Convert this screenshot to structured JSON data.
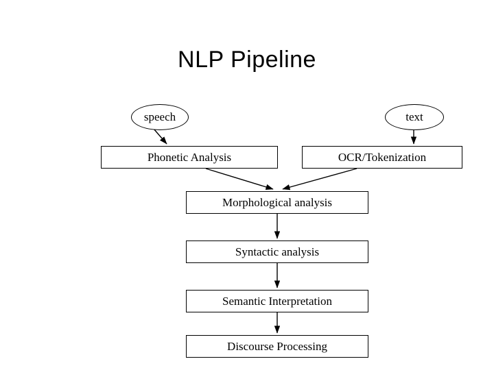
{
  "title": "NLP Pipeline",
  "diagram": {
    "type": "flowchart",
    "nodes": [
      {
        "id": "speech",
        "label": "speech",
        "shape": "ellipse"
      },
      {
        "id": "text",
        "label": "text",
        "shape": "ellipse"
      },
      {
        "id": "phonetic",
        "label": "Phonetic Analysis",
        "shape": "rect"
      },
      {
        "id": "ocr",
        "label": "OCR/Tokenization",
        "shape": "rect"
      },
      {
        "id": "morphological",
        "label": "Morphological analysis",
        "shape": "rect"
      },
      {
        "id": "syntactic",
        "label": "Syntactic analysis",
        "shape": "rect"
      },
      {
        "id": "semantic",
        "label": "Semantic Interpretation",
        "shape": "rect"
      },
      {
        "id": "discourse",
        "label": "Discourse Processing",
        "shape": "rect"
      }
    ],
    "edges": [
      {
        "from": "speech",
        "to": "phonetic"
      },
      {
        "from": "text",
        "to": "ocr"
      },
      {
        "from": "phonetic",
        "to": "morphological"
      },
      {
        "from": "ocr",
        "to": "morphological"
      },
      {
        "from": "morphological",
        "to": "syntactic"
      },
      {
        "from": "syntactic",
        "to": "semantic"
      },
      {
        "from": "semantic",
        "to": "discourse"
      }
    ],
    "colors": {
      "stroke": "#000000",
      "fill": "#ffffff",
      "text": "#000000"
    }
  }
}
